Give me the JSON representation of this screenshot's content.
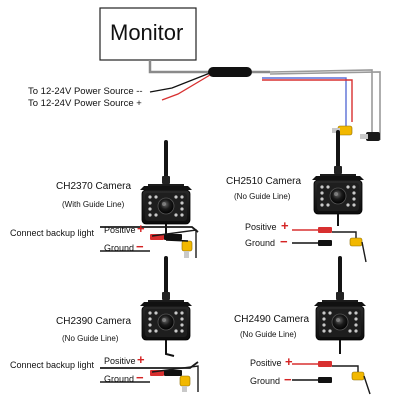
{
  "monitor": {
    "label": "Monitor"
  },
  "power": [
    {
      "label": "To 12-24V Power Source --"
    },
    {
      "label": "To 12-24V Power Source +"
    }
  ],
  "cameras": [
    {
      "title": "CH2370 Camera",
      "guide": "(With Guide Line)",
      "connect": "Connect backup light",
      "positive": "Positive",
      "ground": "Ground"
    },
    {
      "title": "CH2510 Camera",
      "guide": "(No Guide Line)",
      "connect": "",
      "positive": "Positive",
      "ground": "Ground"
    },
    {
      "title": "CH2390 Camera",
      "guide": "(No Guide Line)",
      "connect": "Connect backup light",
      "positive": "Positive",
      "ground": "Ground"
    },
    {
      "title": "CH2490 Camera",
      "guide": "(No Guide Line)",
      "connect": "",
      "positive": "Positive",
      "ground": "Ground"
    }
  ],
  "signs": {
    "plus": "+",
    "minus": "−"
  },
  "colors": {
    "positive": "#d42424",
    "ground": "#111111",
    "rca": "#f2b800",
    "wire_blue": "#5a6fd6",
    "wire_red": "#d83030",
    "wire_gray": "#8a8a8a"
  }
}
